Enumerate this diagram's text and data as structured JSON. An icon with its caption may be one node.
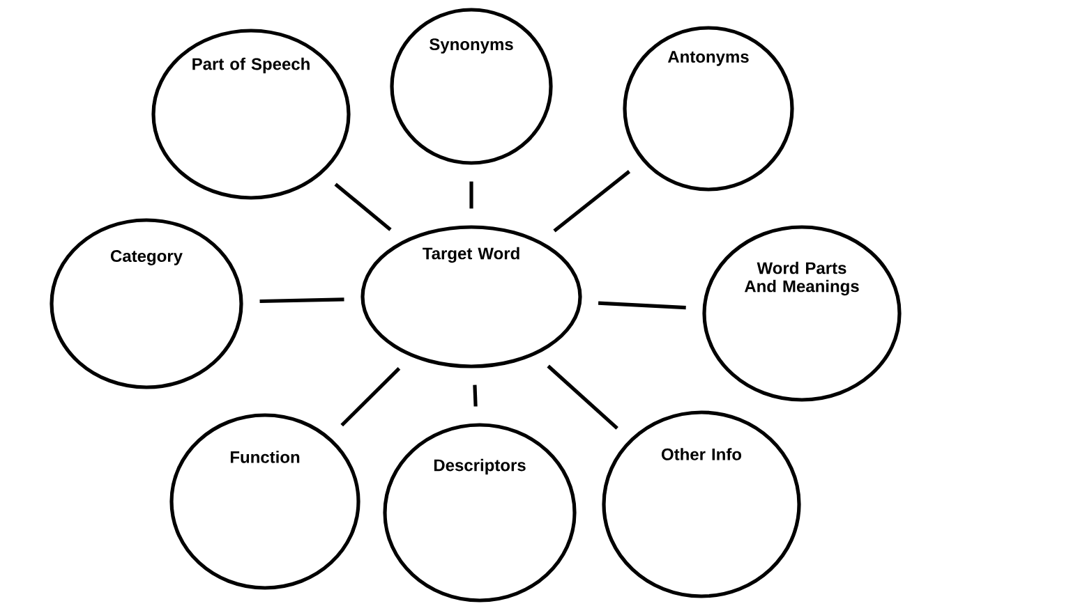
{
  "diagram": {
    "nodes": [
      {
        "text": [
          "Target Word"
        ]
      },
      {
        "text": [
          "Part of Speech"
        ]
      },
      {
        "text": [
          "Synonyms"
        ]
      },
      {
        "text": [
          "Antonyms"
        ]
      },
      {
        "text": [
          "Category"
        ]
      },
      {
        "text": [
          "Word Parts And Meanings"
        ]
      },
      {
        "text": [
          "Function"
        ]
      },
      {
        "text": [
          "Descriptors"
        ]
      },
      {
        "text": [
          "Other Info"
        ]
      }
    ],
    "edges": [
      {
        "from": 0,
        "to": 1,
        "arrow": "none"
      },
      {
        "from": 0,
        "to": 2,
        "arrow": "none"
      },
      {
        "from": 0,
        "to": 3,
        "arrow": "none"
      },
      {
        "from": 0,
        "to": 4,
        "arrow": "none"
      },
      {
        "from": 0,
        "to": 5,
        "arrow": "none"
      },
      {
        "from": 0,
        "to": 6,
        "arrow": "none"
      },
      {
        "from": 0,
        "to": 7,
        "arrow": "none"
      },
      {
        "from": 0,
        "to": 8,
        "arrow": "none"
      }
    ]
  }
}
